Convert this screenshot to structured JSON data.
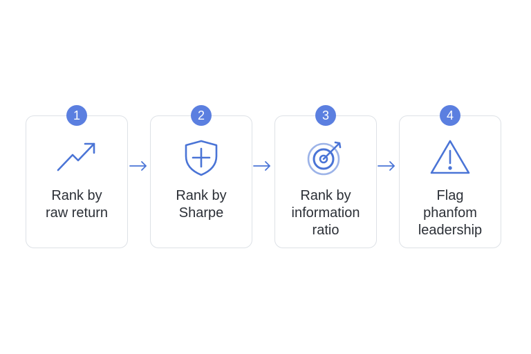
{
  "steps": [
    {
      "number": "1",
      "icon": "trending-up-icon",
      "label_lines": [
        "Rank by",
        "raw return"
      ]
    },
    {
      "number": "2",
      "icon": "shield-plus-icon",
      "label_lines": [
        "Rank by",
        "Sharpe"
      ]
    },
    {
      "number": "3",
      "icon": "target-icon",
      "label_lines": [
        "Rank by",
        "information",
        "ratio"
      ]
    },
    {
      "number": "4",
      "icon": "warning-triangle-icon",
      "label_lines": [
        "Flag",
        "phanfom",
        "leadership"
      ]
    }
  ],
  "colors": {
    "accent": "#5b7fe0",
    "icon_stroke": "#4a74d6",
    "card_border": "#dde1e6",
    "text": "#2b2f36"
  }
}
